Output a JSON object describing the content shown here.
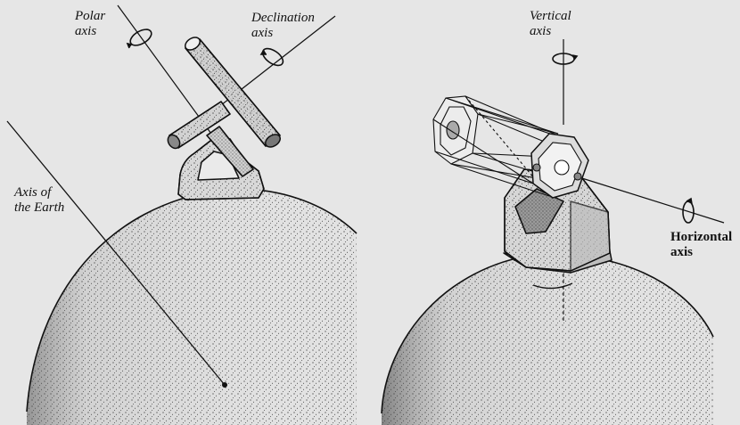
{
  "left_panel": {
    "labels": {
      "polar_axis": "Polar\naxis",
      "declination_axis": "Declination\naxis",
      "earth_axis": "Axis of\nthe Earth"
    }
  },
  "right_panel": {
    "labels": {
      "vertical_axis": "Vertical\naxis",
      "horizontal_axis": "Horizontal\naxis"
    }
  },
  "colors": {
    "background": "#e6e6e6",
    "ink": "#111111"
  }
}
